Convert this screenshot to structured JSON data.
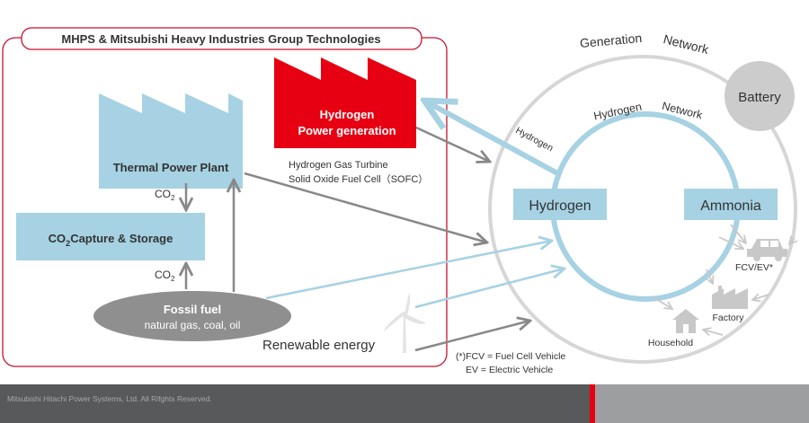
{
  "group_title": "MHPS & Mitsubishi Heavy Industries Group Technologies",
  "thermal_plant": "Thermal Power Plant",
  "hydrogen_power_line1": "Hydrogen",
  "hydrogen_power_line2": "Power generation",
  "hpg_desc_line1": "Hydrogen Gas Turbine",
  "hpg_desc_line2": "Solid Oxide Fuel Cell（SOFC）",
  "co2_main": "CO",
  "co2_sub": "2",
  "ccs_prefix": "CO",
  "ccs_sub": "2",
  "ccs_rest": "Capture & Storage",
  "fossil_title": "Fossil fuel",
  "fossil_sub": "natural gas, coal, oil",
  "renewable": "Renewable energy",
  "generation_network_word1": "Generation",
  "generation_network_word2": "Network",
  "hydrogen_network_word1": "Hydrogen",
  "hydrogen_network_word2": "Network",
  "battery": "Battery",
  "hydrogen_node": "Hydrogen",
  "ammonia_node": "Ammonia",
  "hydrogen_arrow_label": "Hydrogen",
  "fcv_ev": "FCV/EV*",
  "factory": "Factory",
  "household": "Household",
  "footnote_line1": "(*)FCV = Fuel Cell Vehicle",
  "footnote_line2": "EV = Electric Vehicle",
  "copyright": "Mitsubishi Hitachi Power Systems, Ltd. All Rifghts Reserved.",
  "colors": {
    "red": "#e60012",
    "border_red": "#c8102e",
    "light_blue": "#a6d2e3",
    "ring_grey": "#d4d4d4",
    "arrow_grey": "#888888",
    "fossil_grey": "#8f8f8f",
    "footer_dark": "#58595b"
  }
}
